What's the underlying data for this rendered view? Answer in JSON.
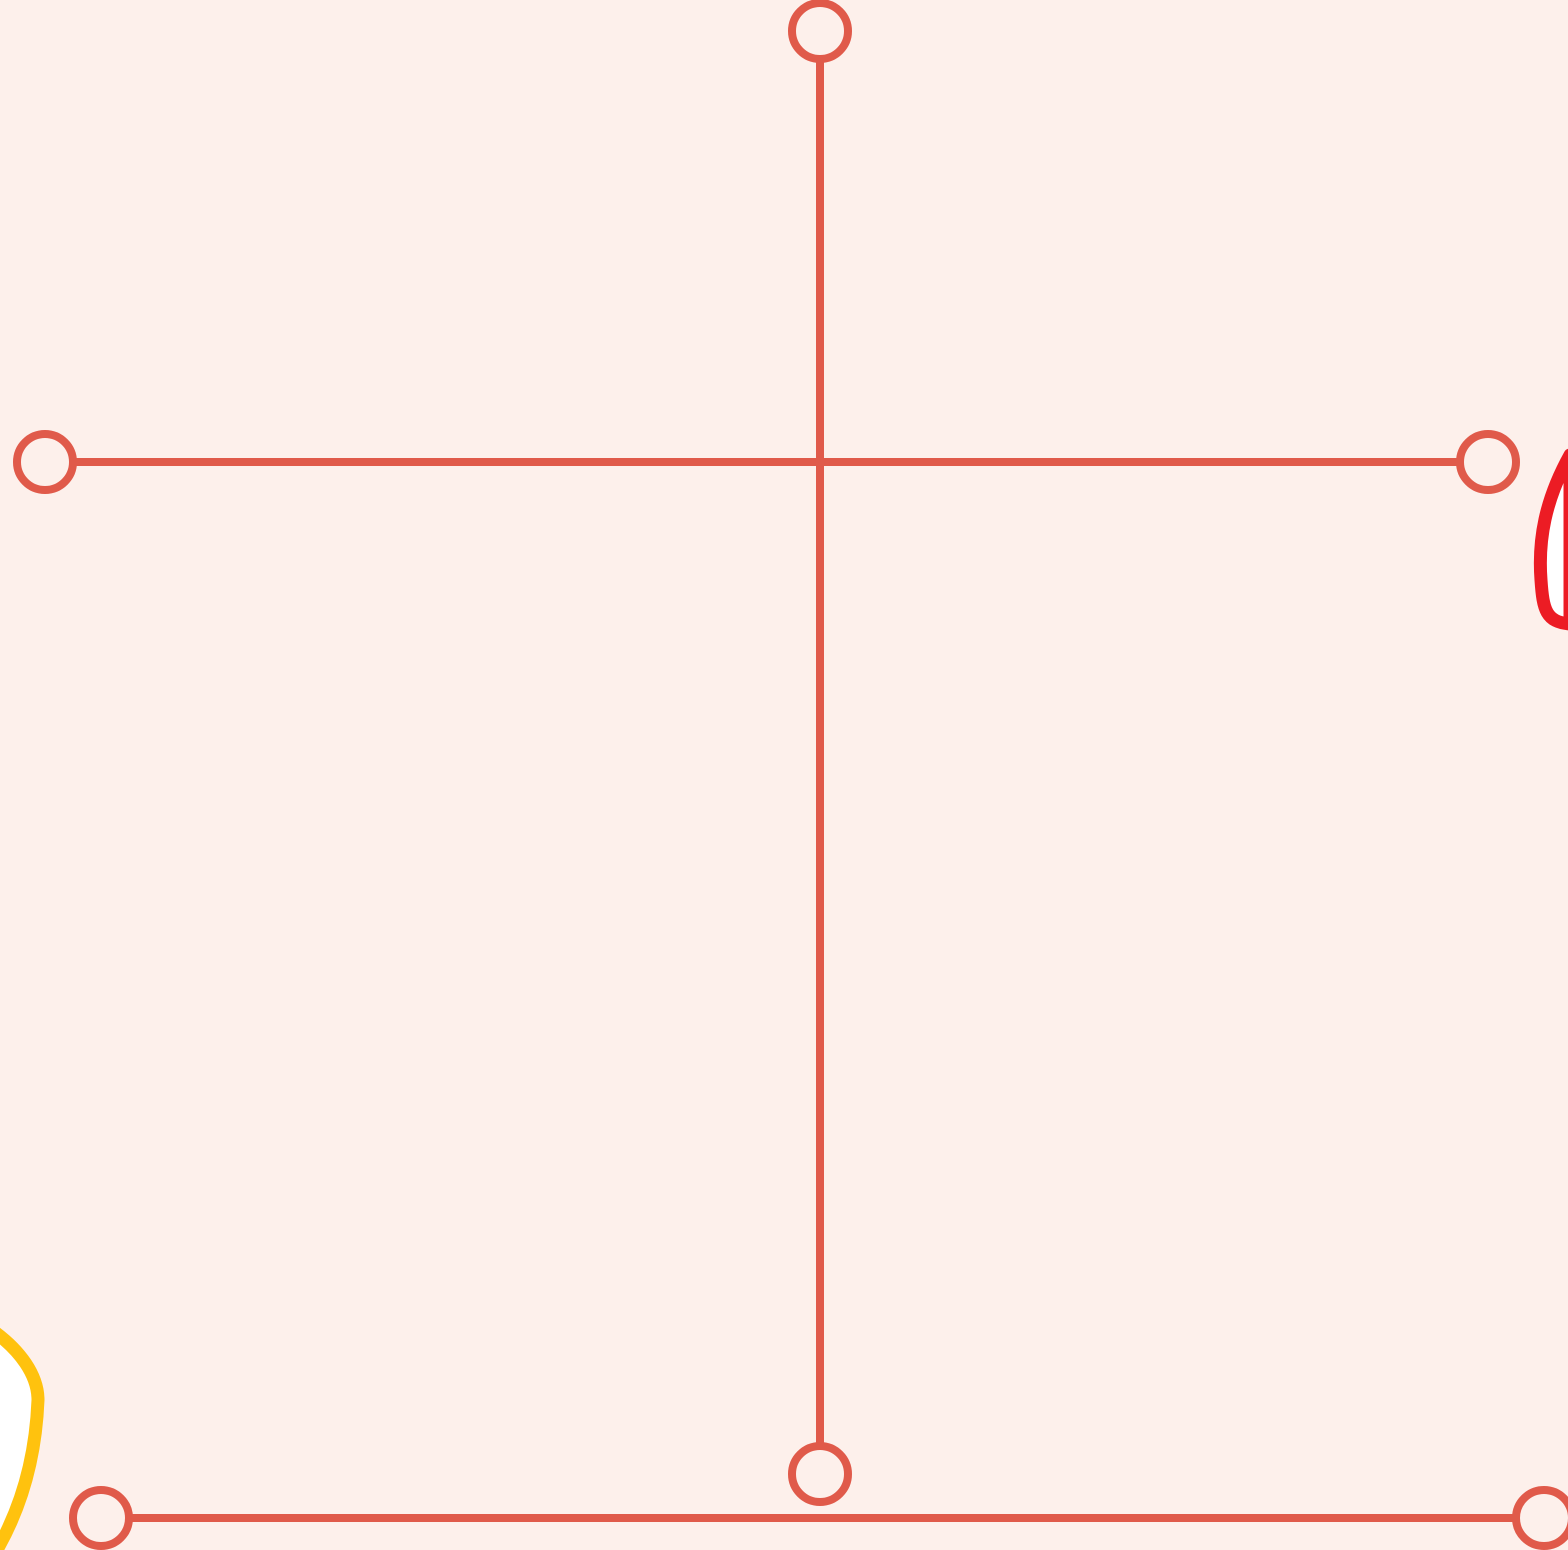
{
  "colors": {
    "background": "#fdf0eb",
    "line": "#e05a4a",
    "handle_fill": "#fdf0eb",
    "red_shape_stroke": "#ec1c24",
    "yellow_shape_stroke": "#ffc20e",
    "shape_fill": "#ffffff"
  },
  "diagram": {
    "vertical_connector": {
      "endpoints": [
        "top-handle",
        "bottom-handle"
      ]
    },
    "horizontal_connector_upper": {
      "endpoints": [
        "left-handle",
        "right-handle"
      ]
    },
    "horizontal_connector_lower": {
      "endpoints": [
        "bottom-left-handle",
        "bottom-right-handle"
      ]
    },
    "partial_shapes": [
      "red-outlined-shape",
      "yellow-outlined-shape"
    ]
  }
}
